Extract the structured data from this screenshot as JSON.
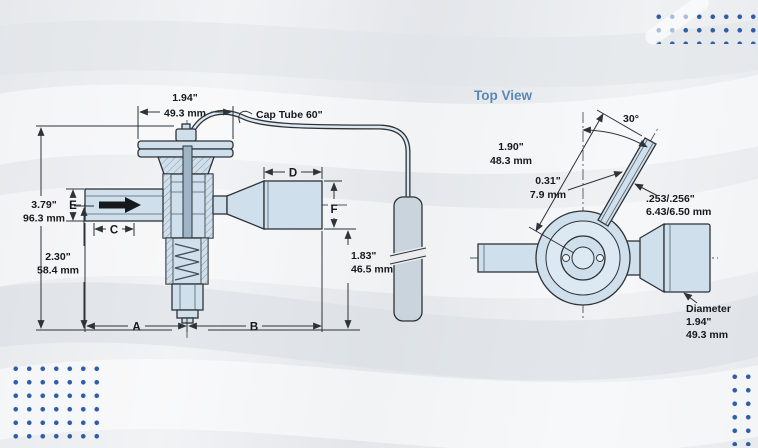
{
  "side_view": {
    "dim_top_width": {
      "in": "1.94\"",
      "mm": "49.3 mm"
    },
    "cap_tube_label": "Cap Tube 60\"",
    "dim_overall": {
      "in": "3.79\"",
      "mm": "96.3 mm"
    },
    "dim_lower": {
      "in": "2.30\"",
      "mm": "58.4 mm"
    },
    "label_e": "E",
    "label_c": "C",
    "label_d": "D",
    "label_f": "F",
    "label_a": "A",
    "label_b": "B",
    "dim_right": {
      "in": "1.83\"",
      "mm": "46.5 mm"
    }
  },
  "top_view": {
    "title": "Top View",
    "angle": "30°",
    "dim_length": {
      "in": "1.90\"",
      "mm": "48.3 mm"
    },
    "dim_offset": {
      "in": "0.31\"",
      "mm": "7.9 mm"
    },
    "dim_tube": {
      "in": ".253/.256\"",
      "mm": "6.43/6.50 mm"
    },
    "dim_outlet": {
      "label": "Diameter",
      "in": "1.94\"",
      "mm": "49.3 mm"
    }
  },
  "colors": {
    "accent_blue": "#5b87b8",
    "dot_blue": "#2f5da8",
    "line": "#2e3338",
    "part_fill": "#cfdfeb"
  }
}
